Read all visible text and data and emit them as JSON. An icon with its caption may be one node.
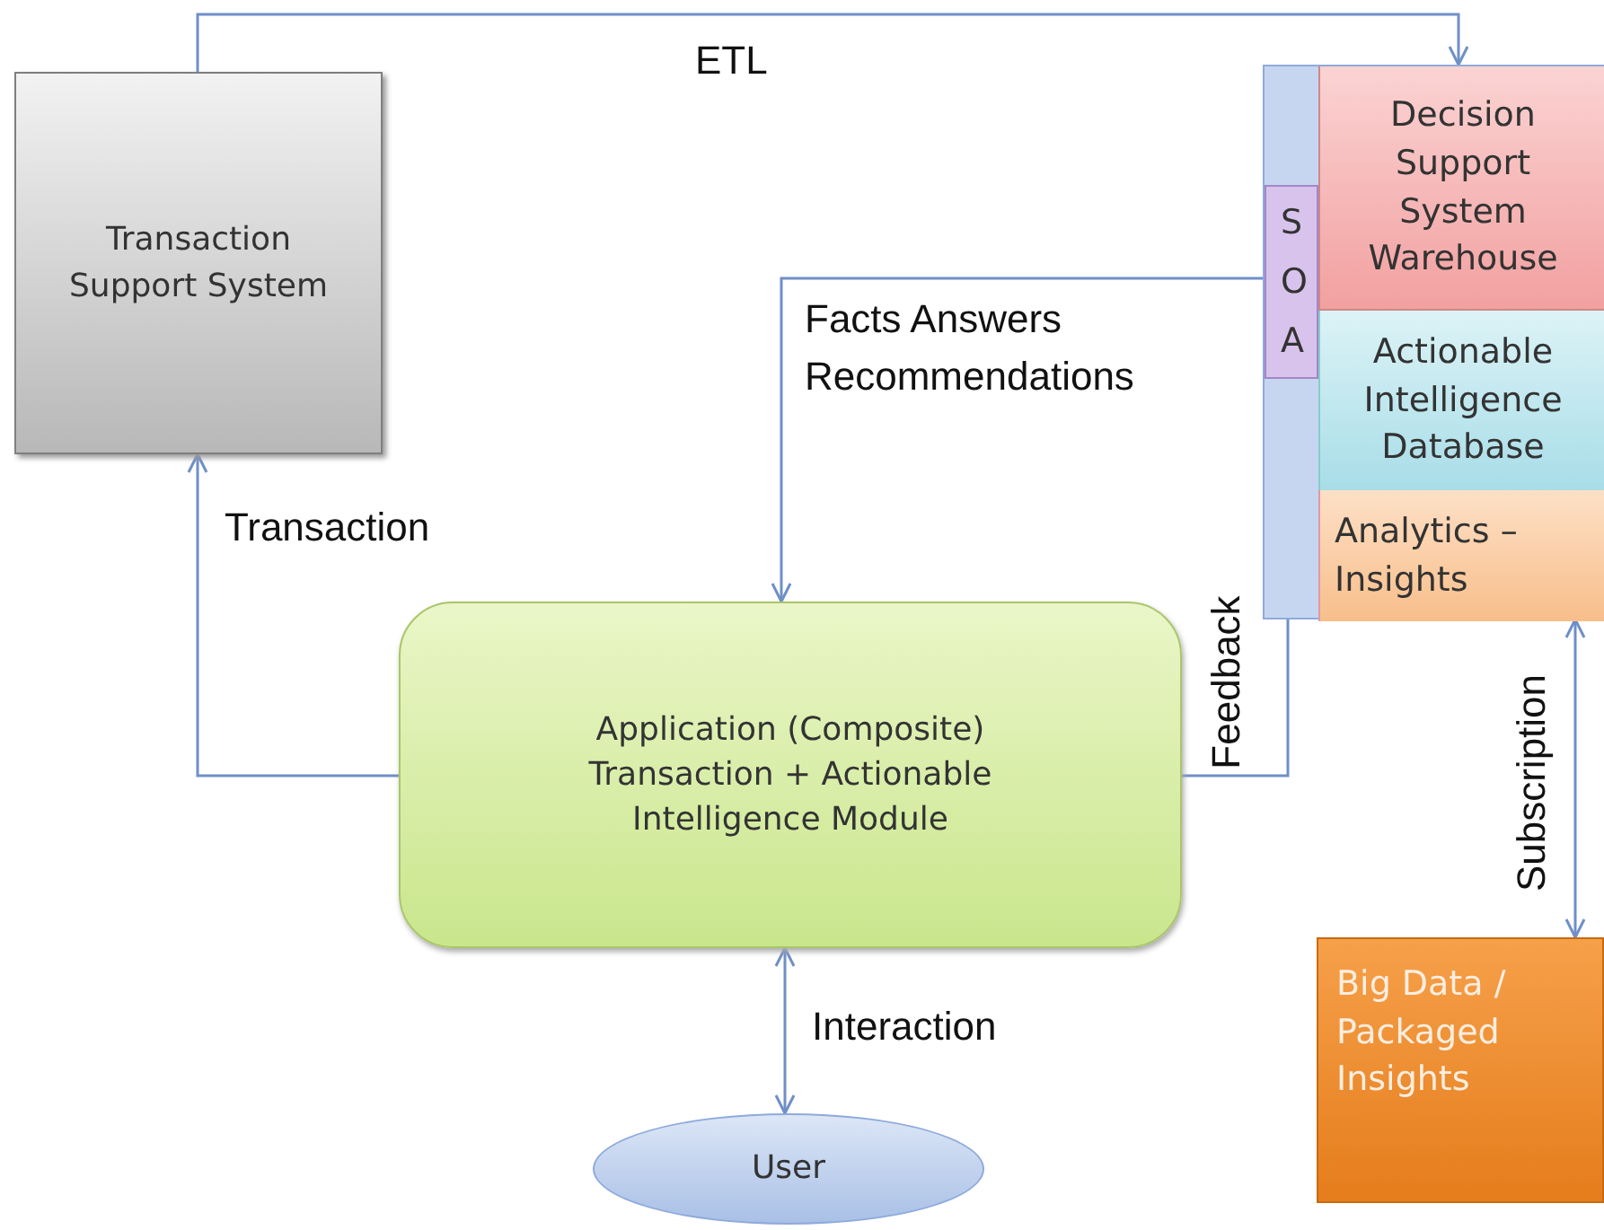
{
  "diagram": {
    "nodes": [
      {
        "text": [
          "Transaction Support System"
        ]
      },
      {
        "text": [],
        "shape": "box"
      },
      {
        "text": [
          "S O A"
        ],
        "in": 1
      },
      {
        "text": [
          "Decision Support System Warehouse"
        ],
        "in": 1
      },
      {
        "text": [
          "Actionable Intelligence Database"
        ],
        "in": 1
      },
      {
        "text": [
          "Analytics – Insights"
        ],
        "in": 1
      },
      {
        "text": [
          "Application (Composite) Transaction + Actionable Intelligence Module"
        ]
      },
      {
        "text": [
          "User"
        ]
      },
      {
        "text": [
          "Big Data / Packaged Insights"
        ]
      }
    ],
    "edges": [
      {
        "from": 0,
        "to": 3,
        "arrow": "to",
        "label": "ETL"
      },
      {
        "from": 2,
        "to": 6,
        "arrow": "to",
        "label": "Facts Answers Recommendations"
      },
      {
        "from": 6,
        "to": 0,
        "arrow": "to",
        "label": "Transaction"
      },
      {
        "from": 6,
        "to": 2,
        "arrow": "to",
        "label": "Feedback"
      },
      {
        "from": 5,
        "to": 8,
        "arrow": "both",
        "label": "Subscription"
      },
      {
        "from": 6,
        "to": 7,
        "arrow": "both",
        "label": "Interaction"
      }
    ]
  }
}
